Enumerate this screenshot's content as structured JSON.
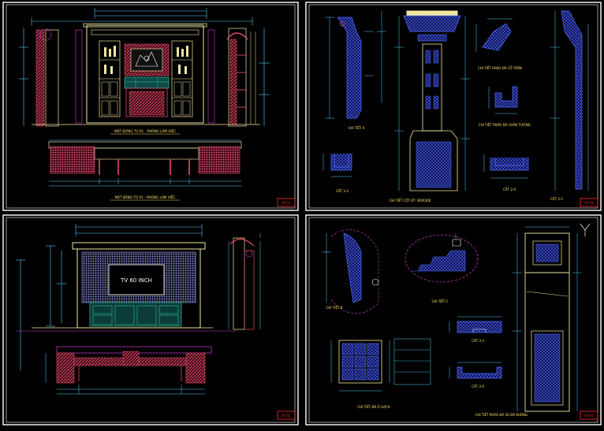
{
  "colors": {
    "background": "#000000",
    "frame": "#ffffff",
    "dimension": "#4fd2ff",
    "elevation": "#f1e6a0",
    "wall_hatch": "#e24a6a",
    "tile": "#3a5cff",
    "label": "#ffe36b",
    "cabinet": "#2fbf9b",
    "magenta": "#d23cd2",
    "red": "#ff2a2a"
  },
  "sheets": [
    {
      "id": "top-left",
      "titles": [
        "MẶT ĐỨNG TỦ 01 - PHÒNG LÀM VIỆC",
        "MẶT BẰNG TỦ 01 - PHÒNG LÀM VIỆC"
      ],
      "stamp": "KT-01"
    },
    {
      "id": "top-right",
      "titles": [
        "CHI TIẾT A",
        "CẮT 3-3",
        "CHI TIẾT CỘT KT: 300X300",
        "CHI TIẾT PHÀO ĐÁ CỔ TRẦN",
        "CHI TIẾT PHÀO ĐÁ CHÂN TƯỜNG",
        "CẮT 2-4",
        "CẮT 2-2"
      ],
      "stamp": "KT-03"
    },
    {
      "id": "bottom-left",
      "titles": [],
      "tv_label": "TV 60 INCH",
      "stamp": "KT-02"
    },
    {
      "id": "bottom-right",
      "titles": [
        "CHI TIẾT B",
        "CHI TIẾT C",
        "CẮT 3-3",
        "CẮT 3-4",
        "CHI TIẾT ĐÁ Ô GẠCH",
        "CHI TIẾT PHÀO ĐÁ SO ĐÁ KHÔNG"
      ],
      "stamp": "KT-04"
    }
  ]
}
